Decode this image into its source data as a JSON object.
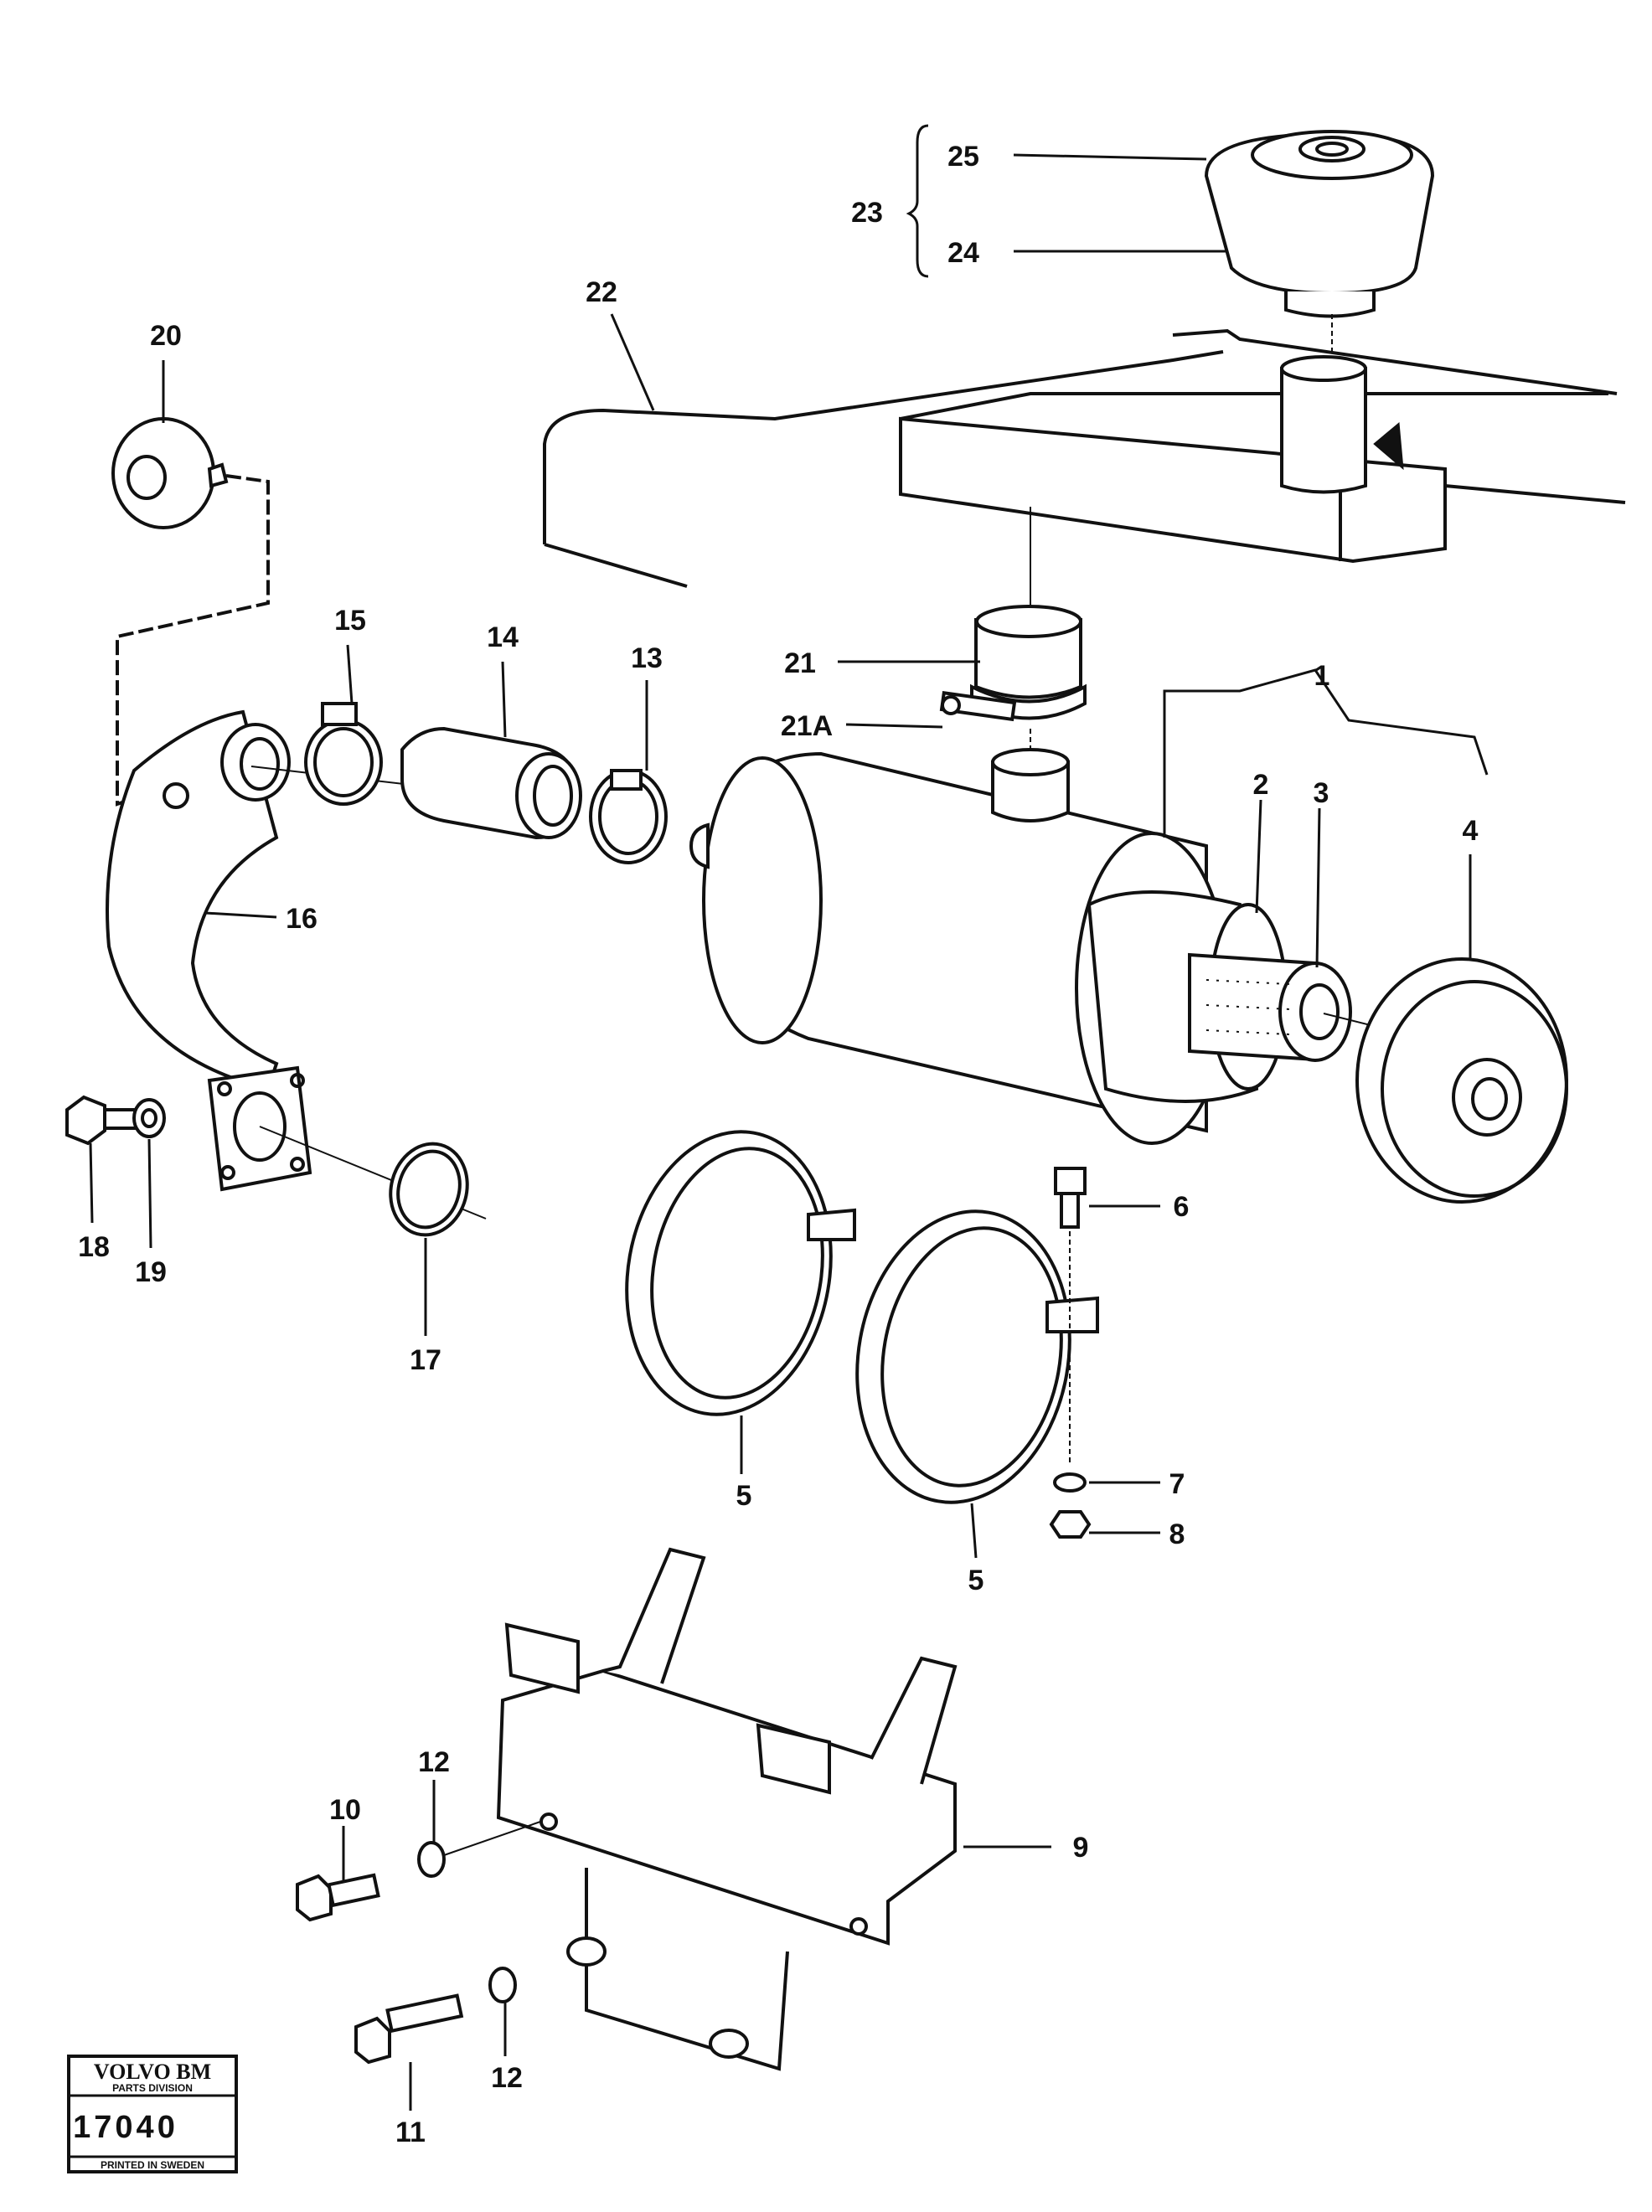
{
  "labels": {
    "p1": "1",
    "p2": "2",
    "p3": "3",
    "p4": "4",
    "p5a": "5",
    "p5b": "5",
    "p6": "6",
    "p7": "7",
    "p8": "8",
    "p9": "9",
    "p10": "10",
    "p11": "11",
    "p12a": "12",
    "p12b": "12",
    "p13": "13",
    "p14": "14",
    "p15": "15",
    "p16": "16",
    "p17": "17",
    "p18": "18",
    "p19": "19",
    "p20": "20",
    "p21": "21",
    "p21a": "21A",
    "p22": "22",
    "p23": "23",
    "p24": "24",
    "p25": "25"
  },
  "stamp": {
    "brand": "VOLVO BM",
    "division": "PARTS DIVISION",
    "code": "17040",
    "printed": "PRINTED IN SWEDEN"
  }
}
